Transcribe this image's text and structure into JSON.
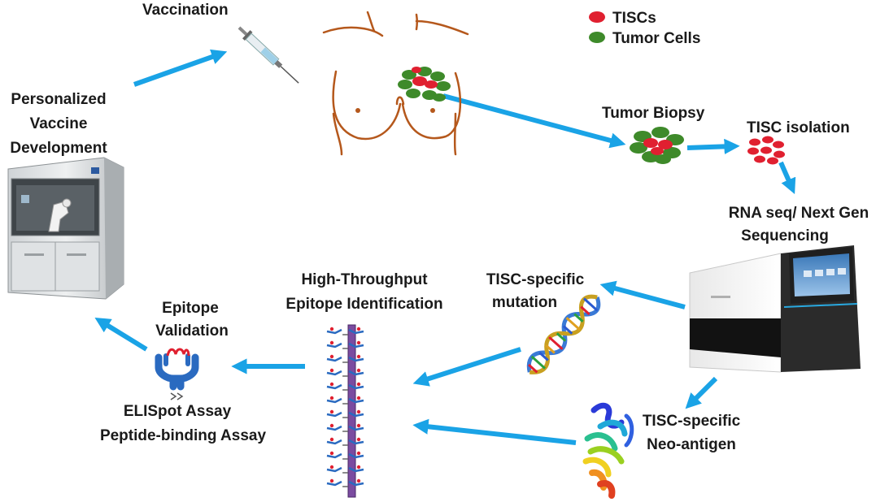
{
  "labels": {
    "vaccination": "Vaccination",
    "personalized_1": "Personalized",
    "personalized_2": "Vaccine",
    "personalized_3": "Development",
    "legend_tiscs": "TISCs",
    "legend_tumor_cells": "Tumor Cells",
    "tumor_biopsy": "Tumor Biopsy",
    "tisc_isolation": "TISC isolation",
    "rna_seq_1": "RNA seq/ Next Gen",
    "rna_seq_2": "Sequencing",
    "tisc_mutation_1": "TISC-specific",
    "tisc_mutation_2": "mutation",
    "tisc_neo_1": "TISC-specific",
    "tisc_neo_2": "Neo-antigen",
    "htei_1": "High-Throughput",
    "htei_2": "Epitope Identification",
    "epitope_val_1": "Epitope",
    "epitope_val_2": "Validation",
    "elispot": "ELISpot Assay",
    "peptide_binding": "Peptide-binding Assay"
  },
  "colors": {
    "arrow": "#1aa3e6",
    "tisc_red": "#e02030",
    "tumor_green": "#3e8a2a",
    "body_outline": "#b5581c",
    "text": "#1a1a1a"
  },
  "icons": {
    "syringe": "syringe-icon",
    "torso": "torso-illustration",
    "vaccine_machine": "vaccine-machine-icon",
    "sequencer": "sequencer-icon",
    "dna": "dna-helix-icon",
    "protein": "protein-ribbon-icon",
    "antibody": "antibody-icon"
  }
}
